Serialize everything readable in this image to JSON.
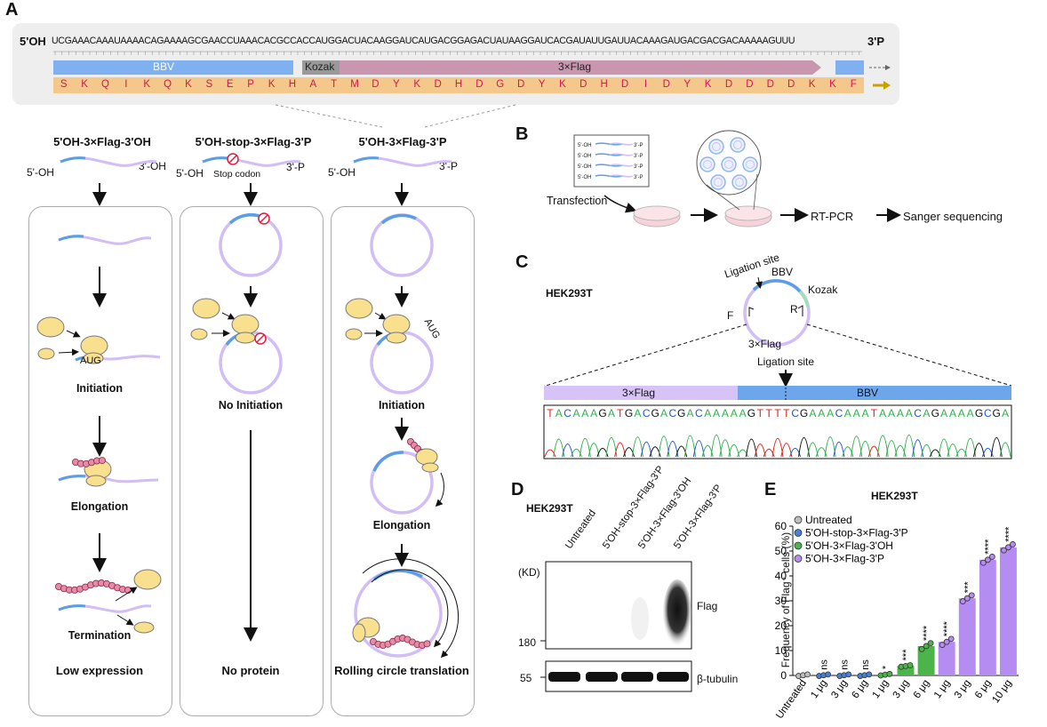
{
  "panelA": {
    "label": "A",
    "five_prime": "5'OH",
    "three_prime": "3'P",
    "sequence": "UCGAAACAAAUAAAACAGAAAAGCGAACCUAAACACGCCACCAUGGACUACAAGGAUCAUGACGGAGACUAUAAGGAUCACGAUAUUGAUUACAAAGAUGACGACGACAAAAAGUUU",
    "bar_bbv": "BBV",
    "bar_kozak": "Kozak",
    "bar_flag": "3×Flag",
    "amino_acids": [
      "S",
      "K",
      "Q",
      "I",
      "K",
      "Q",
      "K",
      "S",
      "E",
      "P",
      "K",
      "H",
      "A",
      "T",
      "M",
      "D",
      "Y",
      "K",
      "D",
      "H",
      "D",
      "G",
      "D",
      "Y",
      "K",
      "D",
      "H",
      "D",
      "I",
      "D",
      "Y",
      "K",
      "D",
      "D",
      "D",
      "D",
      "K",
      "K",
      "F"
    ],
    "columns": [
      {
        "title": "5'OH-3×Flag-3'OH",
        "left_end": "5'-OH",
        "right_end": "3'-OH"
      },
      {
        "title": "5'OH-stop-3×Flag-3'P",
        "left_end": "5'-OH",
        "right_end": "3'-P",
        "note": "Stop codon"
      },
      {
        "title": "5'OH-3×Flag-3'P",
        "left_end": "5'-OH",
        "right_end": "3'-P"
      }
    ],
    "col1_steps": [
      "Initiation",
      "Elongation",
      "Termination"
    ],
    "col1_result": "Low expression",
    "col2_steps": [
      "No Initiation"
    ],
    "col2_result": "No protein",
    "col3_steps": [
      "Initiation",
      "Elongation"
    ],
    "col3_result": "Rolling circle translation",
    "aug": "AUG"
  },
  "panelB": {
    "label": "B",
    "ends_5": "5'-OH",
    "ends_3": "3'-P",
    "transfection": "Transfection",
    "rtpcr": "RT-PCR",
    "sanger": "Sanger sequencing"
  },
  "panelC": {
    "label": "C",
    "cell": "HEK293T",
    "ligation_site": "Ligation site",
    "bbv": "BBV",
    "kozak": "Kozak",
    "flag": "3×Flag",
    "primer_f": "F",
    "primer_r": "R",
    "bar_flag": "3×Flag",
    "bar_bbv": "BBV",
    "seq_letters": [
      "T",
      "A",
      "C",
      "A",
      "A",
      "A",
      "G",
      "A",
      "T",
      "G",
      "A",
      "C",
      "G",
      "A",
      "C",
      "G",
      "A",
      "C",
      "A",
      "A",
      "A",
      "A",
      "A",
      "G",
      "T",
      "T",
      "T",
      "T",
      "C",
      "G",
      "A",
      "A",
      "A",
      "C",
      "A",
      "A",
      "A",
      "T",
      "A",
      "A",
      "A",
      "A",
      "C",
      "A",
      "G",
      "A",
      "A",
      "A",
      "A",
      "G",
      "C",
      "G",
      "A"
    ]
  },
  "panelD": {
    "label": "D",
    "cell": "HEK293T",
    "lanes": [
      "Untreated",
      "5'OH-stop-3×Flag-3'P",
      "5'OH-3×Flag-3'OH",
      "5'OH-3×Flag-3'P"
    ],
    "kd": "(KD)",
    "marker_180": "180",
    "marker_55": "55",
    "band_flag": "Flag",
    "band_tubulin": "β-tubulin"
  },
  "panelE": {
    "label": "E",
    "chart_data": {
      "type": "bar",
      "title": "HEK293T",
      "ylabel": "Frequency of Flag⁺ cells (%)",
      "ylim": [
        0,
        60
      ],
      "yticks": [
        0,
        10,
        20,
        30,
        40,
        50,
        60
      ],
      "categories": [
        "Untreated",
        "1 μg",
        "3 μg",
        "6 μg",
        "1 μg",
        "3 μg",
        "6 μg",
        "1 μg",
        "3 μg",
        "6 μg",
        "10 μg"
      ],
      "values": [
        0.1,
        0.1,
        0.1,
        0.1,
        0.3,
        3.8,
        11.8,
        13.5,
        31,
        46.5,
        51.5
      ],
      "group_of": [
        0,
        1,
        1,
        1,
        2,
        2,
        2,
        3,
        3,
        3,
        3
      ],
      "significance": [
        "",
        "ns",
        "ns",
        "ns",
        "*",
        "***",
        "****",
        "****",
        "***",
        "****",
        "****"
      ],
      "series": [
        {
          "name": "Untreated",
          "color": "#bdbdbd"
        },
        {
          "name": "5'OH-stop-3×Flag-3'P",
          "color": "#4a7fd4"
        },
        {
          "name": "5'OH-3×Flag-3'OH",
          "color": "#4bb54a"
        },
        {
          "name": "5'OH-3×Flag-3'P",
          "color": "#b58cf2"
        }
      ],
      "legend": "top-left"
    }
  }
}
